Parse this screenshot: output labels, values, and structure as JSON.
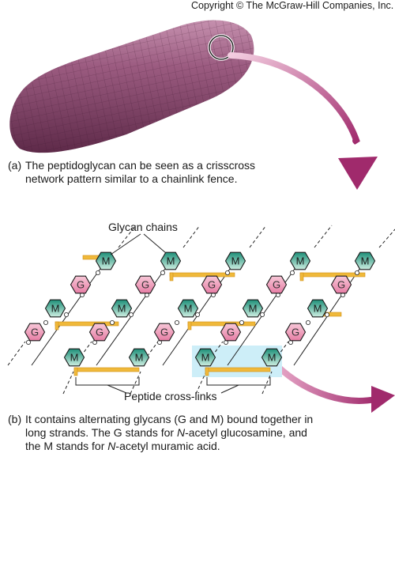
{
  "copyright": "Copyright © The McGraw-Hill Companies, Inc.",
  "labels": {
    "glycan_chains": "Glycan chains",
    "peptide_cross_links": "Peptide cross-links",
    "g": "G",
    "m": "M"
  },
  "caption_a": {
    "label": "(a)",
    "line1": "The peptidoglycan can be seen as a crisscross",
    "line2": "network pattern similar to a chainlink fence."
  },
  "caption_b": {
    "label": "(b)",
    "line1": "It contains alternating glycans (G and M) bound together in",
    "line2a": "long strands. The G stands for ",
    "line2b": "N",
    "line2c": "-acetyl glucosamine, and",
    "line3a": "the M stands for ",
    "line3b": "N",
    "line3c": "-acetyl muramic acid."
  },
  "colors": {
    "cell": "#8a4a6e",
    "arrow": "#b63a7c",
    "g_fill": "#f2aac4",
    "m_fill": "#2fa58e",
    "peptide": "#f0b93a",
    "highlight": "#cdeef8"
  }
}
